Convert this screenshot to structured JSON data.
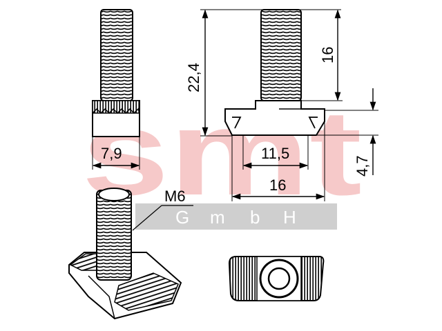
{
  "watermark": {
    "logo": "smt",
    "subtitle_letters": [
      "G",
      "m",
      "b",
      "H"
    ],
    "logo_color": "#f6c9c9",
    "band_color": "#cfcfcf",
    "subtitle_color": "#ffffff"
  },
  "dimensions": {
    "nut_width_small": "7,9",
    "total_height": "22,4",
    "thread_length": "16",
    "neck_width": "11,5",
    "head_width": "16",
    "head_height": "4,7"
  },
  "callouts": {
    "thread": "M6"
  }
}
